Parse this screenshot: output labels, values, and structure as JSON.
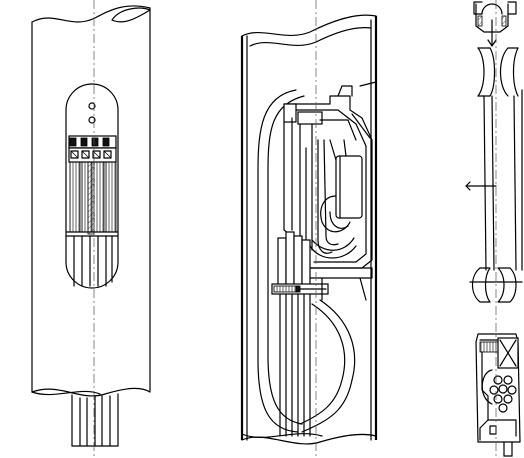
{
  "figure": {
    "views": [
      {
        "id": "view-1",
        "content": "pipe-with-terminal-block"
      },
      {
        "id": "view-2",
        "content": "pipe-cutaway-with-wiring"
      },
      {
        "id": "view-3",
        "content": "component-detail-views"
      }
    ],
    "text_labels": []
  }
}
